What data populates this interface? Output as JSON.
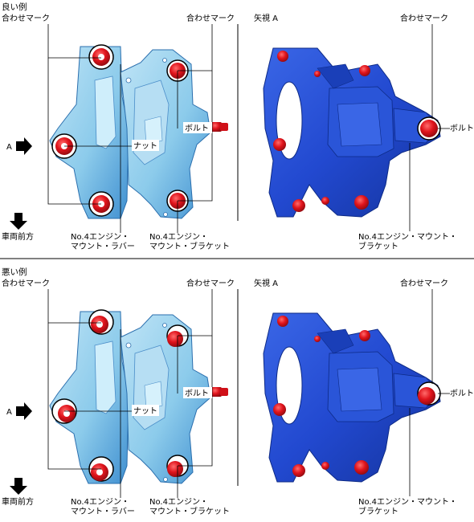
{
  "sections": [
    {
      "title": "良い例",
      "left_view": {
        "alignment_mark_top_left": "合わせマーク",
        "alignment_mark_top_right": "合わせマーク",
        "arrow_view_label": "A",
        "front_label": "車両前方",
        "bolt_label": "ボルト",
        "nut_label": "ナット",
        "rubber_label_line1": "No.4エンジン・",
        "rubber_label_line2": "マウント・ラバー",
        "bracket_label_line1": "No.4エンジン・",
        "bracket_label_line2": "マウント・ブラケット"
      },
      "right_view": {
        "view_title": "矢視 A",
        "alignment_mark": "合わせマーク",
        "bolt_label": "ボルト",
        "bracket_label_line1": "No.4エンジン・マウント・",
        "bracket_label_line2": "ブラケット"
      }
    },
    {
      "title": "悪い例",
      "left_view": {
        "alignment_mark_top_left": "合わせマーク",
        "alignment_mark_top_right": "合わせマーク",
        "arrow_view_label": "A",
        "front_label": "車両前方",
        "bolt_label": "ボルト",
        "nut_label": "ナット",
        "rubber_label_line1": "No.4エンジン・",
        "rubber_label_line2": "マウント・ラバー",
        "bracket_label_line1": "No.4エンジン・",
        "bracket_label_line2": "マウント・ブラケット"
      },
      "right_view": {
        "view_title": "矢視 A",
        "alignment_mark": "合わせマーク",
        "bolt_label": "ボルト",
        "bracket_label_line1": "No.4エンジン・マウント・",
        "bracket_label_line2": "ブラケット"
      }
    }
  ],
  "colors": {
    "part_light": "#9fd4ef",
    "part_mid": "#5fb0e0",
    "part_dark": "#2f7fc4",
    "part_blue": "#1f4fd6",
    "part_blue_dark": "#163aa8",
    "bolt_red": "#e0141c"
  }
}
